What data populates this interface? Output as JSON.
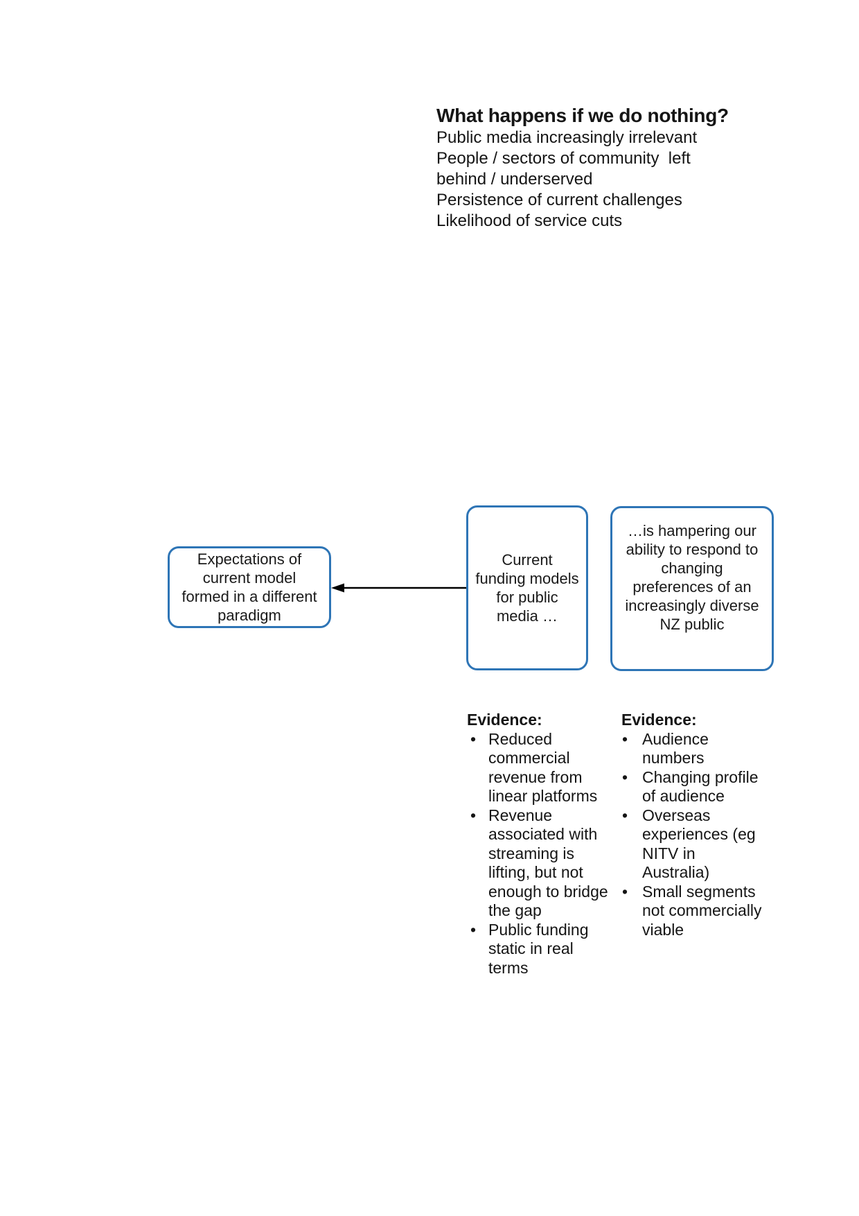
{
  "heading": {
    "title": "What happens if we do nothing?",
    "lines": [
      "Public media increasingly irrelevant",
      "People / sectors of community  left",
      "behind / underserved",
      "Persistence of current challenges",
      "Likelihood of service cuts"
    ]
  },
  "diagram": {
    "accent_color": "#2E75B6",
    "arrow_color": "#000000",
    "boxes": {
      "left": {
        "text": "Expectations of\ncurrent model\nformed in a different\nparadigm"
      },
      "middle": {
        "text": "Current\nfunding models\nfor public\nmedia …"
      },
      "right": {
        "text": "…is hampering our\nability to respond to\nchanging\npreferences of an\nincreasingly diverse\nNZ public"
      }
    }
  },
  "evidence_left": {
    "label": "Evidence:",
    "bullet": "•",
    "items": [
      "Reduced\ncommercial\nrevenue from\nlinear platforms",
      "Revenue\nassociated with\nstreaming is\nlifting, but not\nenough to bridge\nthe gap",
      "Public funding\nstatic in real\nterms"
    ]
  },
  "evidence_right": {
    "label": "Evidence:",
    "bullet": "•",
    "items": [
      "Audience\nnumbers",
      "Changing profile\nof audience",
      "Overseas\nexperiences (eg\nNITV in\nAustralia)",
      "Small segments\nnot commercially\nviable"
    ]
  }
}
